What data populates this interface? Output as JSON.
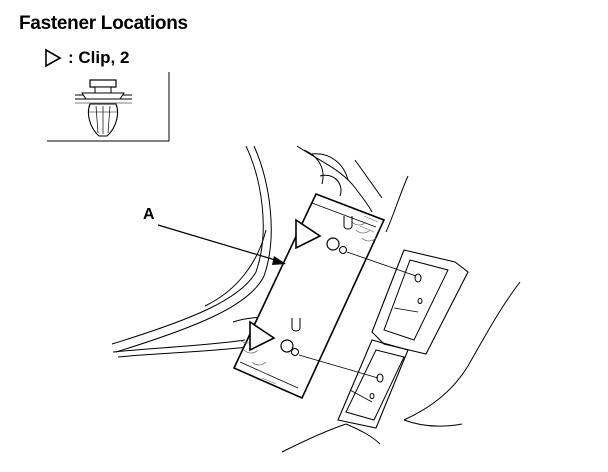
{
  "diagram": {
    "title": "Fastener Locations",
    "legend": {
      "symbol": "clip-triangle-icon",
      "text": ": Clip, 2"
    },
    "callout_label": "A",
    "colors": {
      "line": "#000000",
      "background": "#ffffff",
      "hatch": "#6b6b6b"
    }
  }
}
